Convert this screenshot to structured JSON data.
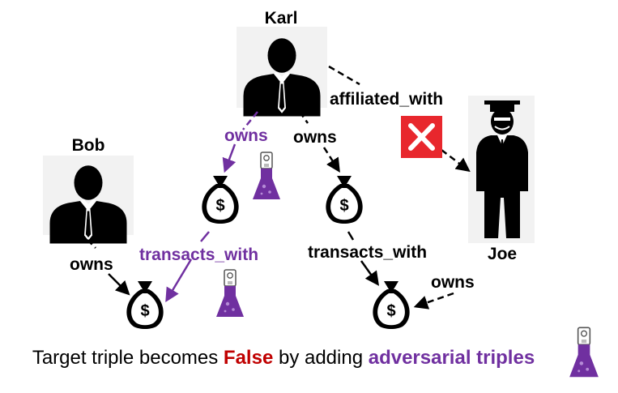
{
  "colors": {
    "purple": "#7030a0",
    "red": "#c00000",
    "black": "#000000"
  },
  "nodes": {
    "karl": {
      "name": "Karl",
      "icon": "businessman-icon"
    },
    "bob": {
      "name": "Bob",
      "icon": "businessman-icon"
    },
    "joe": {
      "name": "Joe",
      "icon": "mobster-icon"
    },
    "money_bags": {
      "icon": "money-bag-icon",
      "symbol": "$"
    }
  },
  "edges": {
    "karl_owns_adv": "owns",
    "karl_owns": "owns",
    "karl_affiliated_joe": "affiliated_with",
    "bob_owns": "owns",
    "adv_transacts": "transacts_with",
    "transacts": "transacts_with",
    "joe_owns": "owns"
  },
  "markers": {
    "false_mark": "x-mark-icon",
    "adversarial": "flask-icon"
  },
  "caption": {
    "part1": "Target triple becomes ",
    "false_word": "False",
    "part2": " by adding ",
    "adv_word": "adversarial triples"
  }
}
